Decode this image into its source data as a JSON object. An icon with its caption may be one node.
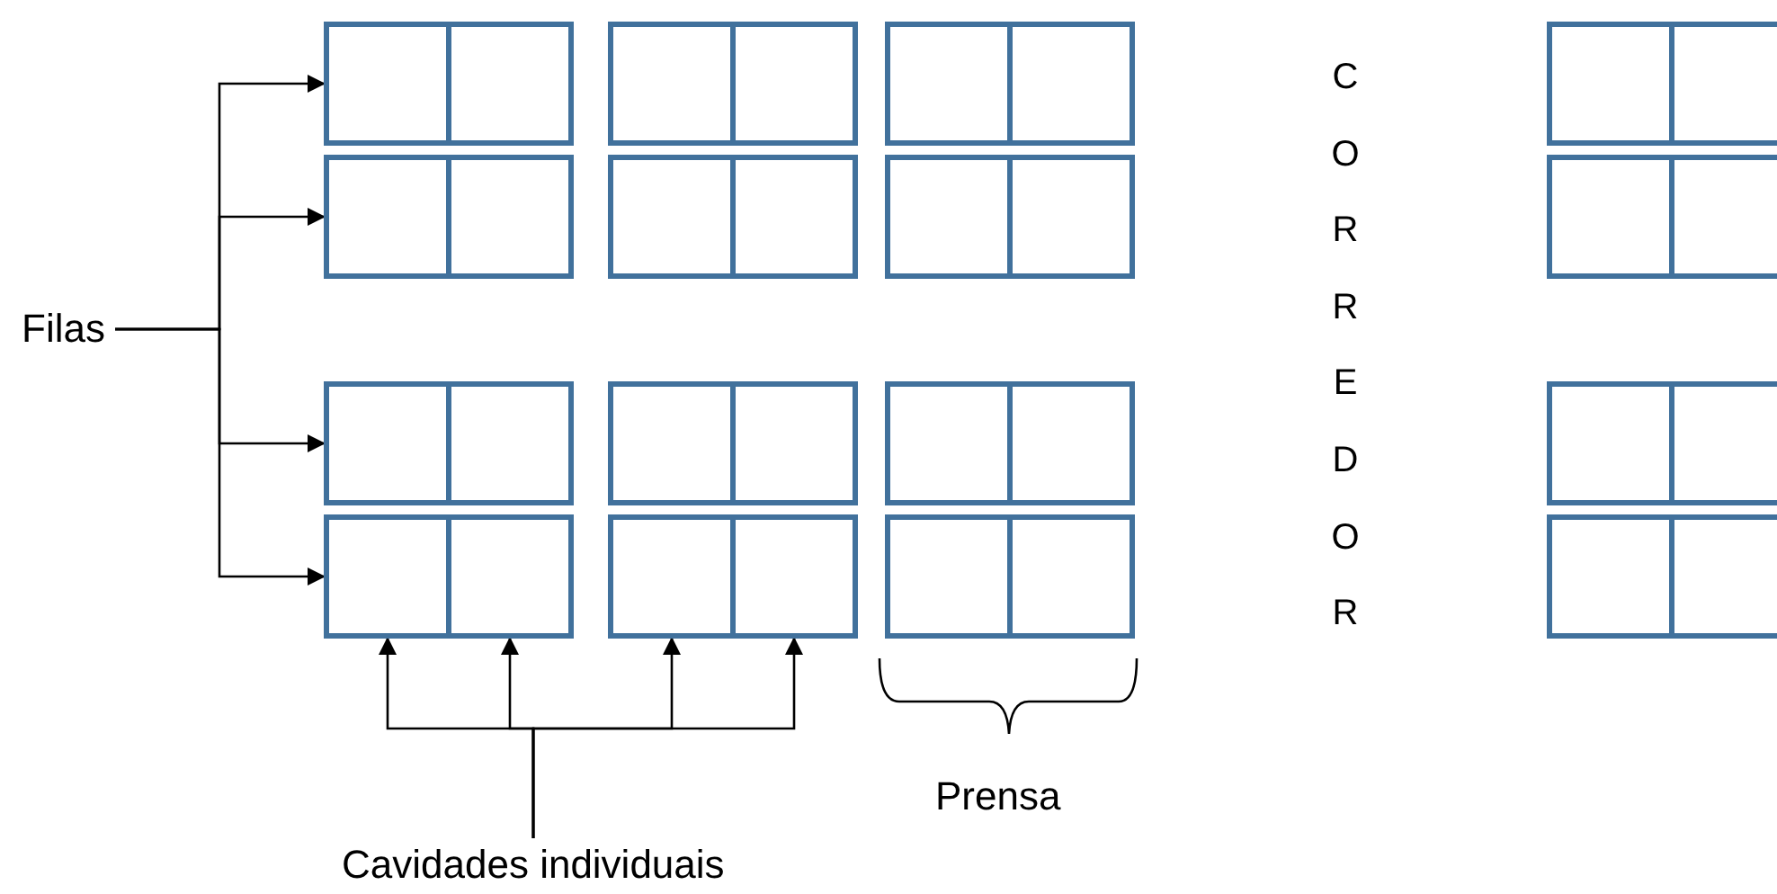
{
  "diagram": {
    "nodes": [
      {
        "text": [
          "Filas"
        ]
      },
      {
        "text": [
          "Cavidades individuais"
        ]
      },
      {
        "text": [],
        "shape": "box"
      },
      {
        "text": [],
        "shape": "box"
      },
      {
        "text": [],
        "shape": "box"
      },
      {
        "text": [],
        "shape": "box"
      },
      {
        "text": [],
        "shape": "box"
      },
      {
        "text": [],
        "shape": "box"
      },
      {
        "text": [],
        "shape": "box"
      },
      {
        "text": [],
        "shape": "box"
      },
      {
        "text": [],
        "shape": "box"
      },
      {
        "text": [],
        "shape": "box"
      },
      {
        "text": [],
        "shape": "box"
      },
      {
        "text": [],
        "shape": "box"
      },
      {
        "text": [],
        "shape": "box"
      },
      {
        "text": [],
        "shape": "box"
      },
      {
        "text": [],
        "shape": "box"
      },
      {
        "text": [],
        "shape": "box"
      },
      {
        "text": [],
        "shape": "box"
      },
      {
        "text": [],
        "shape": "box"
      },
      {
        "text": [],
        "shape": "box"
      },
      {
        "text": [],
        "shape": "box"
      },
      {
        "text": [],
        "shape": "box"
      },
      {
        "text": [],
        "shape": "box"
      },
      {
        "text": [],
        "shape": "box"
      },
      {
        "text": [],
        "shape": "box"
      },
      {
        "text": [],
        "shape": "box"
      },
      {
        "text": [],
        "shape": "box"
      },
      {
        "text": [],
        "shape": "box"
      },
      {
        "text": [],
        "shape": "box"
      },
      {
        "text": [],
        "shape": "box"
      },
      {
        "text": [],
        "shape": "box"
      },
      {
        "text": [],
        "shape": "box"
      },
      {
        "text": [],
        "shape": "box"
      }
    ],
    "edges": [
      {
        "from": 0,
        "to": 2,
        "arrow": "to"
      },
      {
        "from": 0,
        "to": 10,
        "arrow": "to"
      },
      {
        "from": 0,
        "to": 18,
        "arrow": "to"
      },
      {
        "from": 0,
        "to": 26,
        "arrow": "to"
      },
      {
        "from": 1,
        "to": 26,
        "arrow": "to"
      },
      {
        "from": 1,
        "to": 27,
        "arrow": "to"
      },
      {
        "from": 1,
        "to": 28,
        "arrow": "to"
      },
      {
        "from": 1,
        "to": 29,
        "arrow": "to"
      }
    ],
    "labels": [
      "CORREDOR",
      "Prensa"
    ]
  }
}
